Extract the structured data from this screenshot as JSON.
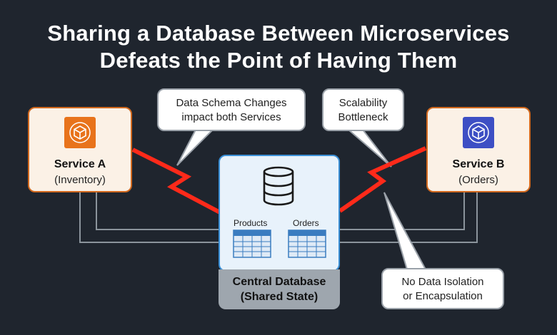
{
  "title": {
    "line1": "Sharing a Database Between Microservices",
    "line2": "Defeats the Point of Having Them"
  },
  "services": {
    "a": {
      "name": "Service A",
      "sub": "(Inventory)",
      "icon": "cube-icon",
      "color": "#e8731b"
    },
    "b": {
      "name": "Service B",
      "sub": "(Orders)",
      "icon": "cube-icon",
      "color": "#3d4fc4"
    }
  },
  "bubbles": {
    "schema": {
      "line1": "Data Schema Changes",
      "line2": "impact both Services"
    },
    "scalability": {
      "line1": "Scalability",
      "line2": "Bottleneck"
    },
    "isolation": {
      "line1": "No Data Isolation",
      "line2": "or Encapsulation"
    }
  },
  "database": {
    "icon": "database-icon",
    "tables": [
      "Products",
      "Orders"
    ],
    "label_line1": "Central Database",
    "label_line2": "(Shared State)"
  },
  "colors": {
    "background": "#1f252e",
    "lightning": "#ff2a1a",
    "service_border": "#d2691e",
    "database_border": "#3a8fd6"
  }
}
